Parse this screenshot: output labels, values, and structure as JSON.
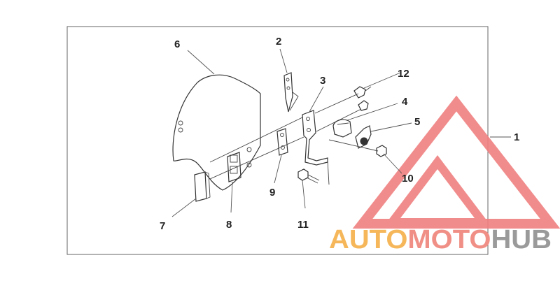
{
  "callouts": [
    "1",
    "2",
    "3",
    "4",
    "5",
    "6",
    "7",
    "8",
    "9",
    "10",
    "11",
    "12"
  ],
  "watermark": {
    "part1": "AUTO",
    "part2": "MOTO",
    "part3": "HUB",
    "color_auto": "#f5b75a",
    "color_moto": "#f08f86",
    "color_hub": "#9a9a9a",
    "triangle_color": "#f08080"
  }
}
